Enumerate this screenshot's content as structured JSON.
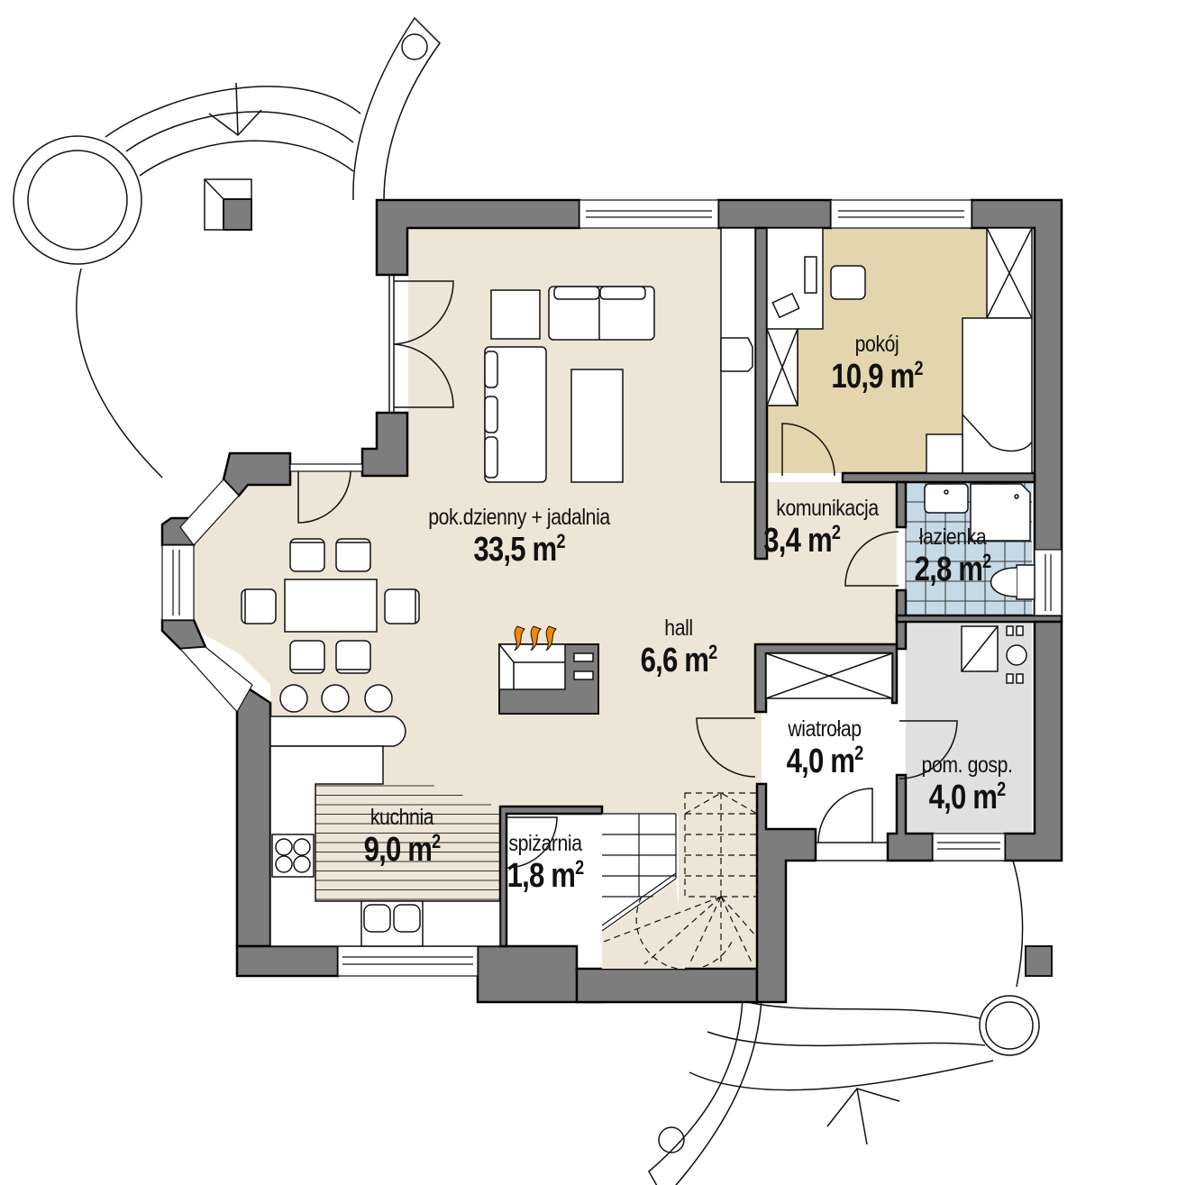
{
  "plan": {
    "title": "Rzut parteru",
    "colors": {
      "wall": "#7d7d7d",
      "wall_outline": "#000000",
      "floor_day": "#ede6d6",
      "floor_room": "#e3d6ae",
      "floor_bath": "#c6d9e6",
      "floor_utility": "#e0e0e0",
      "fireplace_flame": "#f08a00",
      "furniture": "#ffffff",
      "line": "#111111"
    },
    "area_unit": "m",
    "area_exp": "2",
    "rooms": [
      {
        "id": "pokoj",
        "name": "pokój",
        "area": "10,9"
      },
      {
        "id": "pok-dzienny-jadalnia",
        "name": "pok.dzienny  + jadalnia",
        "area": "33,5"
      },
      {
        "id": "komunikacja",
        "name": "komunikacja",
        "area": "3,4"
      },
      {
        "id": "lazienka",
        "name": "łazienka",
        "area": "2,8"
      },
      {
        "id": "hall",
        "name": "hall",
        "area": "6,6"
      },
      {
        "id": "wiatrolap",
        "name": "wiatrołap",
        "area": "4,0"
      },
      {
        "id": "pom-gosp",
        "name": "pom. gosp.",
        "area": "4,0"
      },
      {
        "id": "kuchnia",
        "name": "kuchnia",
        "area": "9,0"
      },
      {
        "id": "spizarnia",
        "name": "spiżarnia",
        "area": "1,8"
      }
    ],
    "icons": [
      "fireplace-icon",
      "flame-icon",
      "sofa-icon",
      "dining-table-icon",
      "chair-icon",
      "bar-stool-icon",
      "stove-icon",
      "sink-icon",
      "shower-icon",
      "toilet-icon",
      "washbasin-icon",
      "bed-icon",
      "wardrobe-icon",
      "desk-icon",
      "stairs-icon",
      "door-swing-icon",
      "window-icon",
      "chimney-icon",
      "column-icon",
      "terrace-pergola-icon",
      "boiler-icon"
    ]
  }
}
